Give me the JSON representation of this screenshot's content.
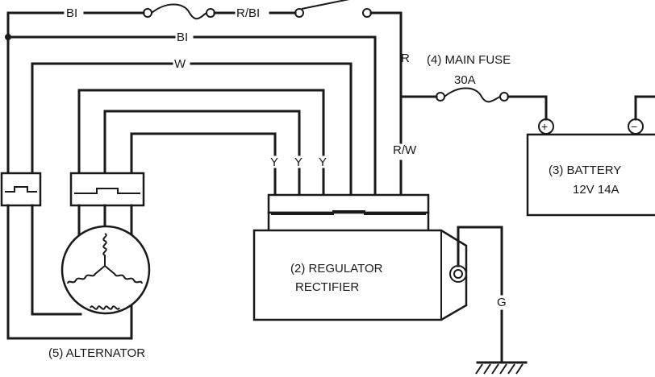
{
  "colors": {
    "ink": "#1a1a1a",
    "paper": "#ffffff"
  },
  "wires": {
    "bl_top": "BI",
    "r_bl": "R/BI",
    "bl_mid": "BI",
    "w": "W",
    "r": "R",
    "r_w": "R/W",
    "y1": "Y",
    "y2": "Y",
    "y3": "Y",
    "g": "G"
  },
  "components": {
    "main_fuse": {
      "label": "(4) MAIN FUSE",
      "rating": "30A"
    },
    "battery": {
      "label": "(3) BATTERY",
      "rating": "12V 14A",
      "plus": "+",
      "minus": "−"
    },
    "regulator": {
      "line1": "(2) REGULATOR",
      "line2": "RECTIFIER"
    },
    "alternator": {
      "label": "(5) ALTERNATOR"
    }
  }
}
